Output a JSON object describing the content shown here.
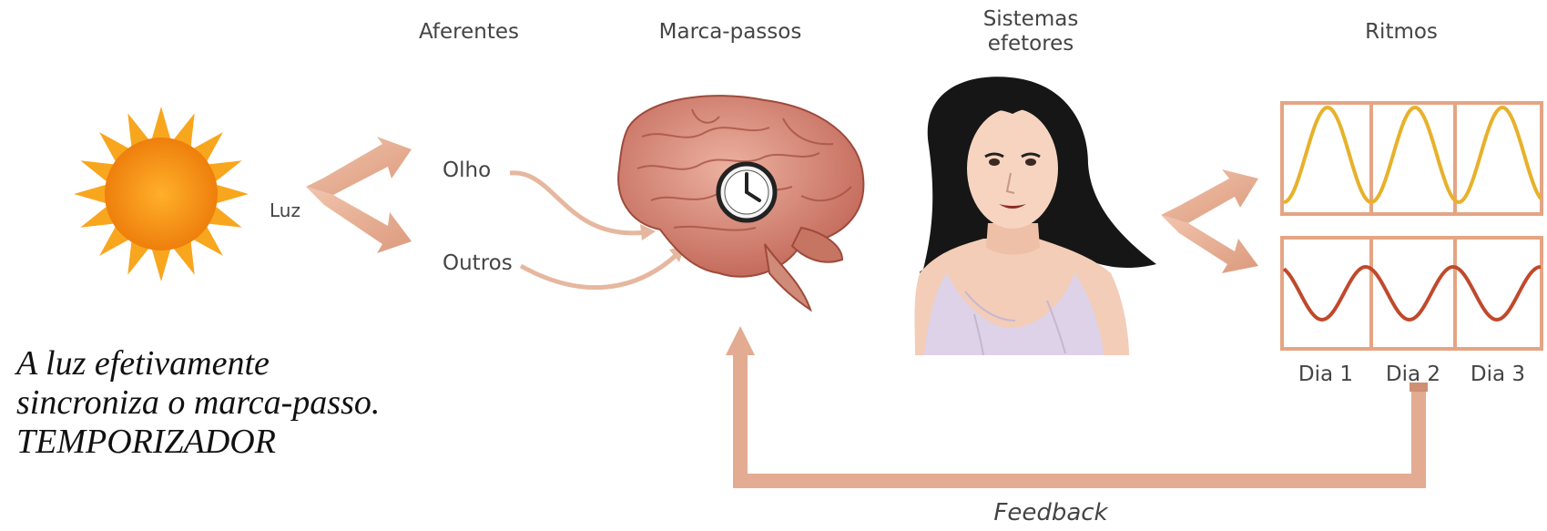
{
  "headers": {
    "afferent": "Aferentes",
    "pacemaker": "Marca-passos",
    "effector_line1": "Sistemas",
    "effector_line2": "efetores",
    "rhythms": "Ritmos"
  },
  "inputs": {
    "light": "Luz",
    "eye": "Olho",
    "others": "Outros"
  },
  "days": [
    "Dia 1",
    "Dia 2",
    "Dia 3"
  ],
  "feedback_label": "Feedback",
  "caption": {
    "line1": "A luz efetivamente",
    "line2": "sincroniza o marca-passo.",
    "line3": "TEMPORIZADOR"
  },
  "colors": {
    "arrow": "#e8b49a",
    "sun_rays": "#f7a21c",
    "sun_core": "#f08a0e",
    "brain": "#d8897a",
    "hair": "#151515",
    "skin": "#f6d2bd",
    "dress": "#ddd3e6",
    "wave_top": "#e7b12a",
    "wave_bottom": "#c0492c",
    "grid_frame": "#e5a583"
  }
}
